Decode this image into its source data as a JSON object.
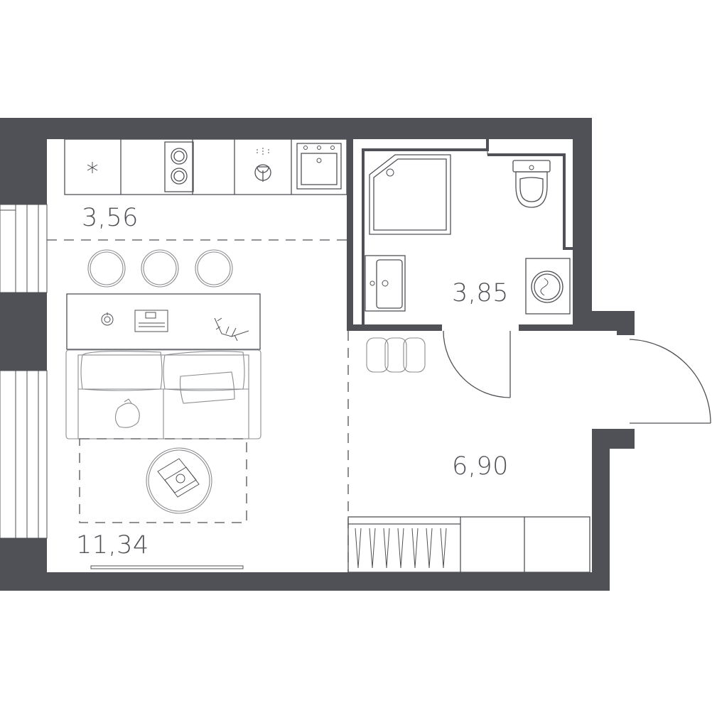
{
  "rooms": [
    {
      "id": "kitchen",
      "area": "3,56"
    },
    {
      "id": "bathroom",
      "area": "3,85"
    },
    {
      "id": "living",
      "area": "11,34"
    },
    {
      "id": "hallway",
      "area": "6,90"
    }
  ],
  "colors": {
    "wall": "#4f5156",
    "background": "#ffffff"
  },
  "icons": [
    "shower-icon",
    "toilet-icon",
    "washbasin-icon",
    "washing-machine-icon",
    "sink-icon",
    "cooktop-icon",
    "oven-icon",
    "sofa-icon",
    "bar-stool-icon",
    "coffee-table-icon",
    "door-swing-icon"
  ]
}
